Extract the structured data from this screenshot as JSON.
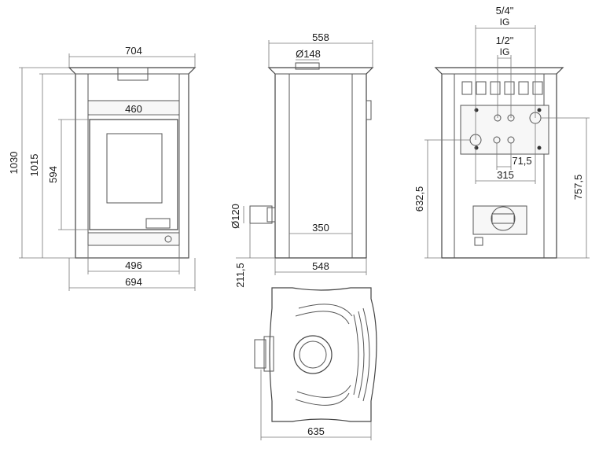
{
  "front_view": {
    "width_top": "704",
    "height_total": "1030",
    "height_body": "1015",
    "door_width": "460",
    "door_height": "594",
    "base_width": "496",
    "body_width": "694"
  },
  "side_view": {
    "width_top": "558",
    "flue_diameter": "Ø148",
    "pipe_diameter": "Ø120",
    "inner_width": "350",
    "base_width": "548",
    "pipe_height": "211,5"
  },
  "rear_view": {
    "fitting_large": "5/4\"",
    "fitting_large_type": "IG",
    "fitting_small": "1/2\"",
    "fitting_small_type": "IG",
    "spacing_small": "71,5",
    "spacing_large": "315",
    "height_lower": "632,5",
    "height_upper": "757,5"
  },
  "top_view": {
    "depth": "635"
  }
}
